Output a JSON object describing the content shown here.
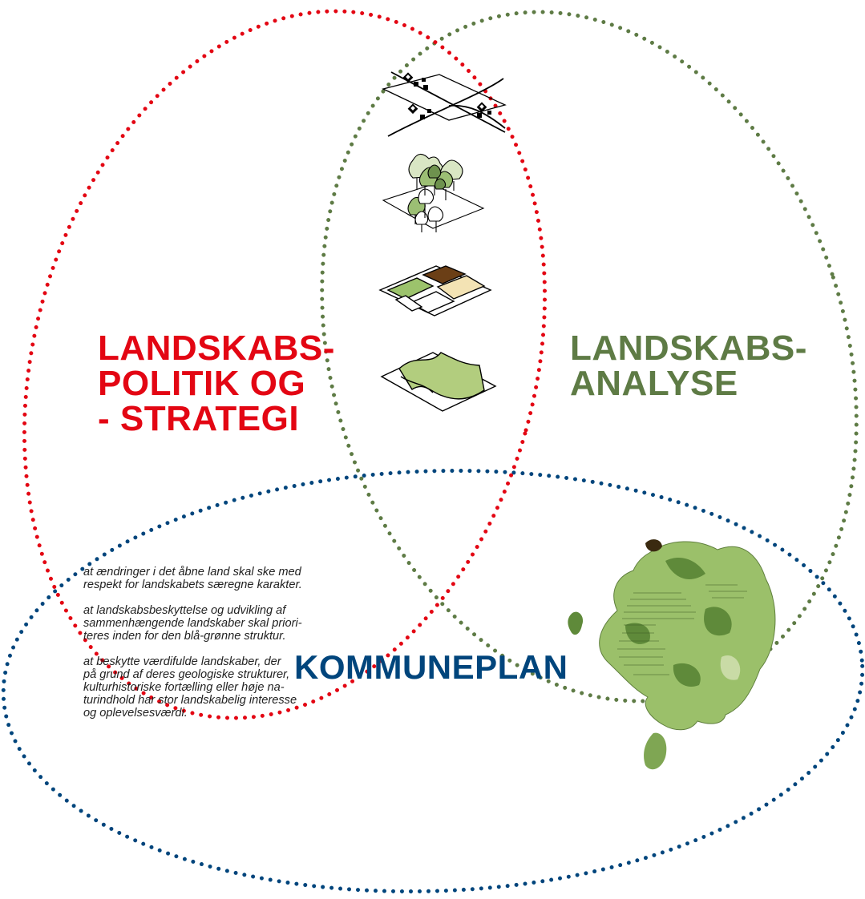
{
  "colors": {
    "policy": "#e30613",
    "analysis": "#5e7b45",
    "kommuneplan": "#00457c",
    "text": "#222222"
  },
  "circles": {
    "policy": {
      "label_lines": [
        "LANDSKABS-",
        "POLITIK OG",
        "- STRATEGI"
      ],
      "color": "#e30613"
    },
    "analysis": {
      "label_lines": [
        "LANDSKABS-",
        "ANALYSE"
      ],
      "color": "#5e7b45"
    },
    "kommuneplan": {
      "label": "KOMMUNEPLAN",
      "color": "#00457c"
    }
  },
  "goals": [
    "at ændringer i det åbne land skal ske med\nrespekt for landskabets særegne karakter.",
    "at landskabsbeskyttelse og udvikling af\nsammenhængende landskaber skal priori-\nteres inden for den blå-grønne struktur.",
    "at beskytte værdifulde landskaber, der\npå grund af deres geologiske strukturer,\nkulturhistoriske fortælling eller høje na-\nturindhold har stor landskabelig interesse\nog oplevelsesværdi."
  ],
  "icons": [
    "settlement-roads-icon",
    "trees-icon",
    "land-use-fields-icon",
    "terrain-icon"
  ],
  "map": {
    "name": "municipality-landscape-map-icon"
  }
}
